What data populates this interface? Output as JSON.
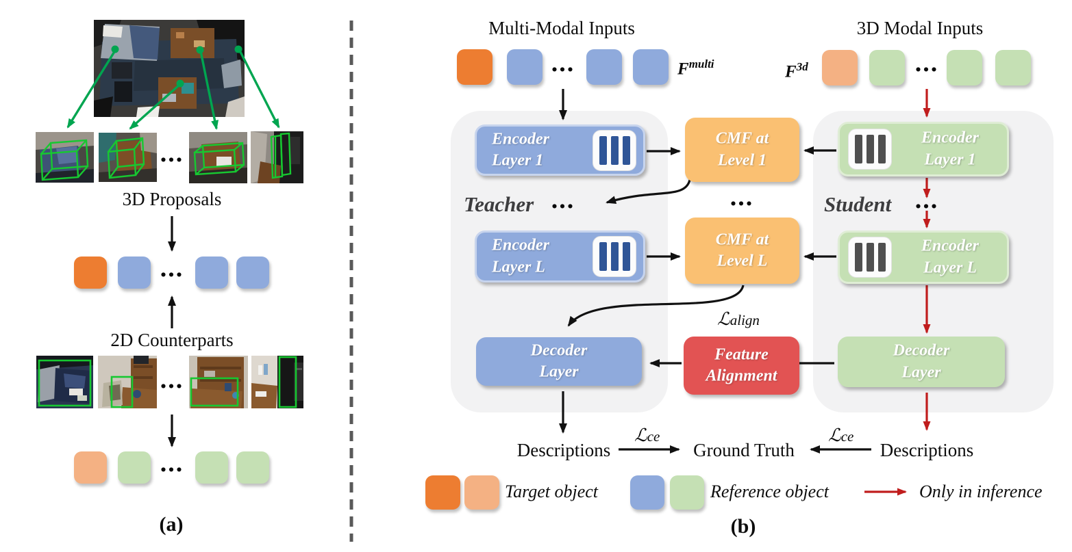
{
  "ellipsis": "...",
  "panel_a": {
    "proposals_label": "3D Proposals",
    "counterparts_label": "2D Counterparts",
    "caption": "(a)"
  },
  "panel_b": {
    "multi_modal_title": "Multi-Modal Inputs",
    "modal_3d_title": "3D Modal Inputs",
    "f_multi": {
      "base": "F",
      "sup": "multi"
    },
    "f_3d": {
      "base": "F",
      "sup": "3d"
    },
    "teacher_label": "Teacher",
    "student_label": "Student",
    "teacher": {
      "encoder1": {
        "line1": "Encoder",
        "line2": "Layer 1"
      },
      "encoderL": {
        "line1": "Encoder",
        "line2": "Layer L"
      },
      "decoder": {
        "line1": "Decoder",
        "line2": "Layer"
      }
    },
    "student": {
      "encoder1": {
        "line1": "Encoder",
        "line2": "Layer 1"
      },
      "encoderL": {
        "line1": "Encoder",
        "line2": "Layer L"
      },
      "decoder": {
        "line1": "Decoder",
        "line2": "Layer"
      }
    },
    "cmf1": {
      "line1": "CMF at",
      "line2": "Level 1"
    },
    "cmfL": {
      "line1": "CMF at",
      "line2": "Level L"
    },
    "feature_alignment": {
      "line1": "Feature",
      "line2": "Alignment"
    },
    "loss_align": {
      "symbol": "ℒ",
      "sub": "align"
    },
    "loss_ce_left": {
      "symbol": "ℒ",
      "sub": "ce"
    },
    "loss_ce_right": {
      "symbol": "ℒ",
      "sub": "ce"
    },
    "descriptions_left": "Descriptions",
    "descriptions_right": "Descriptions",
    "ground_truth": "Ground Truth",
    "caption": "(b)",
    "legend": {
      "target_label": "Target object",
      "reference_label": "Reference object",
      "inference_label": "Only in inference"
    }
  },
  "colors": {
    "target_orange": "#ED7D31",
    "target_orange_light": "#F4B183",
    "reference_blue": "#8FAADC",
    "reference_green": "#C5E0B4",
    "cmf_amber": "#FAC072",
    "alignment_red": "#E25353",
    "inference_arrow_red": "#C01D1D",
    "annotation_green": "#00A550",
    "container_gray": "#F2F2F3",
    "encoder_bars_blue": "#2F5597",
    "encoder_bars_gray": "#4F4F4F"
  }
}
